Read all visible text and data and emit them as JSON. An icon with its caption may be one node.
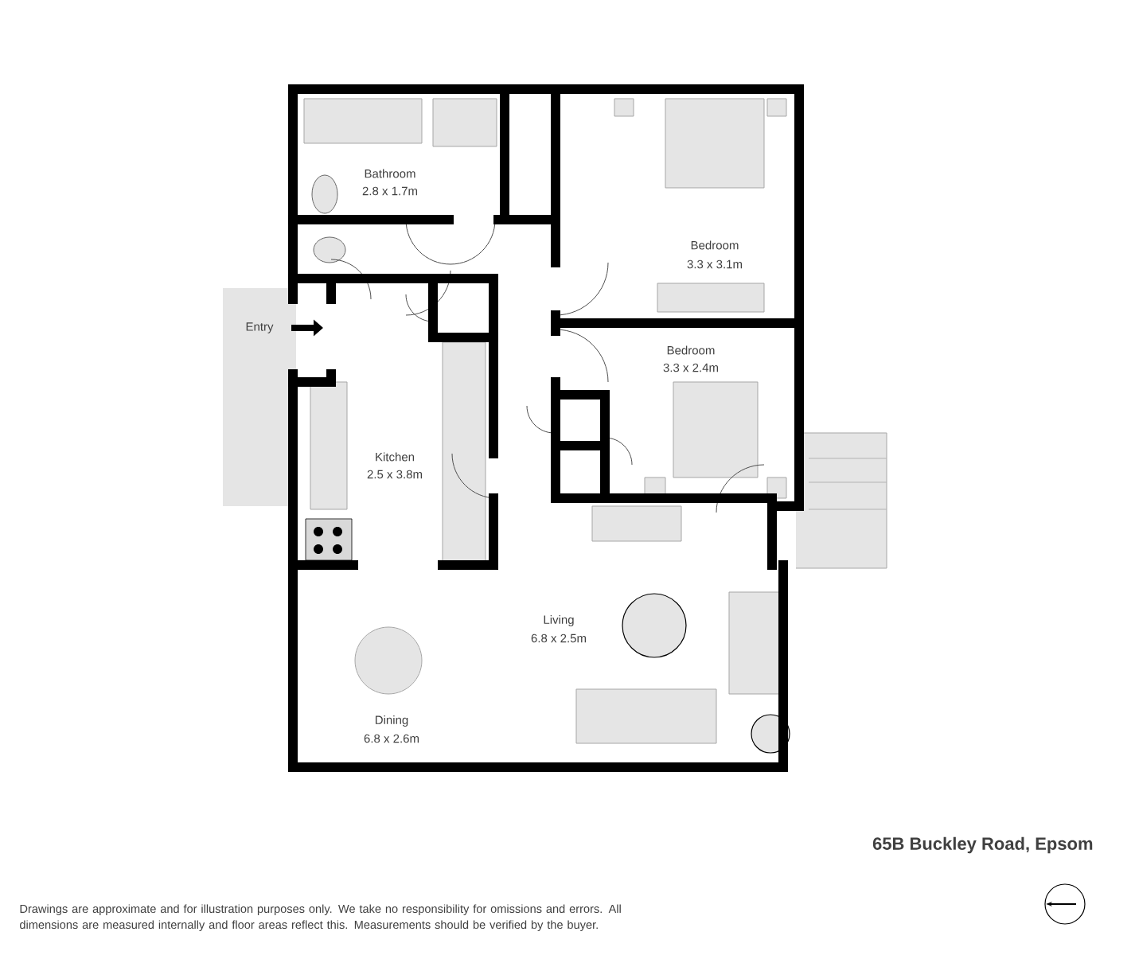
{
  "diagram": {
    "title": "65B Buckley Road, Epsom",
    "labels": [
      "Bathroom",
      "2.8 x 1.7m",
      "Bedroom",
      "3.3 x 3.1m",
      "Entry",
      "Bedroom",
      "3.3 x 2.4m",
      "Kitchen",
      "2.5 x 3.8m",
      "Living",
      "6.8 x 2.5m",
      "Dining",
      "6.8 x 2.6m",
      "Drawings are approximate and for illustration purposes only. We take no responsibility for omissions and errors. All dimensions are measured internally and floor areas reflect this. Measurements should be verified by the buyer."
    ]
  }
}
